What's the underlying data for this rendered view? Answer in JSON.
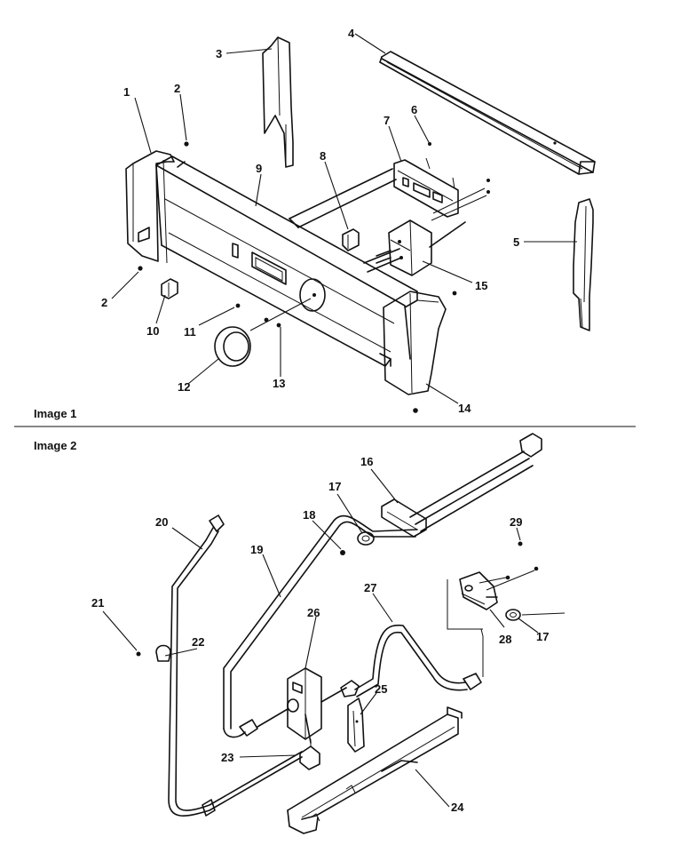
{
  "sections": [
    {
      "id": "image-1",
      "label": "Image 1"
    },
    {
      "id": "image-2",
      "label": "Image 2"
    }
  ],
  "callouts": [
    "1",
    "2",
    "2",
    "3",
    "4",
    "5",
    "6",
    "7",
    "8",
    "9",
    "10",
    "11",
    "12",
    "13",
    "14",
    "15",
    "16",
    "17",
    "17",
    "18",
    "19",
    "20",
    "21",
    "22",
    "23",
    "24",
    "25",
    "26",
    "27",
    "28",
    "29"
  ]
}
